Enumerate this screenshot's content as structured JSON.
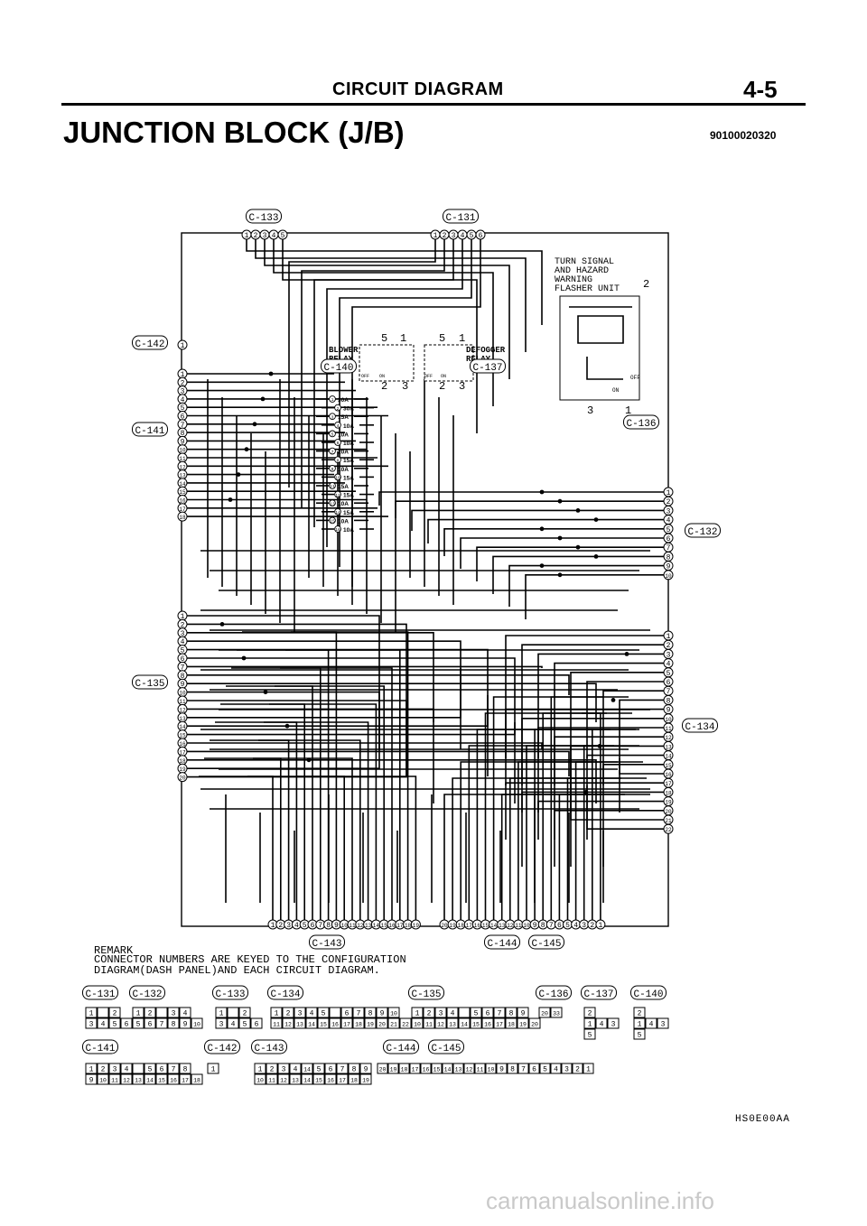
{
  "header": {
    "section": "CIRCUIT DIAGRAM",
    "page": "4-5"
  },
  "title": "JUNCTION BLOCK (J/B)",
  "doc_id": "90100020320",
  "connectors": {
    "c133": {
      "label": "C-133",
      "pins": [
        "1",
        "2",
        "3",
        "4",
        "5"
      ]
    },
    "c131": {
      "label": "C-131",
      "pins": [
        "1",
        "2",
        "3",
        "4",
        "5",
        "6"
      ]
    },
    "c142": {
      "label": "C-142",
      "pins": [
        "1"
      ]
    },
    "c141": {
      "label": "C-141",
      "pins": [
        "1",
        "2",
        "3",
        "4",
        "5",
        "6",
        "7",
        "8",
        "9",
        "10",
        "11",
        "12",
        "13",
        "14",
        "15",
        "16",
        "17",
        "18"
      ]
    },
    "c135": {
      "label": "C-135",
      "pins": [
        "1",
        "2",
        "3",
        "4",
        "5",
        "6",
        "7",
        "8",
        "9",
        "10",
        "11",
        "12",
        "13",
        "14",
        "15",
        "16",
        "17",
        "18",
        "19",
        "20"
      ]
    },
    "c132": {
      "label": "C-132",
      "pins": [
        "1",
        "2",
        "3",
        "4",
        "5",
        "6",
        "7",
        "8",
        "9",
        "10"
      ]
    },
    "c134": {
      "label": "C-134",
      "pins": [
        "1",
        "2",
        "3",
        "4",
        "5",
        "6",
        "7",
        "8",
        "9",
        "10",
        "11",
        "12",
        "13",
        "14",
        "15",
        "16",
        "17",
        "18",
        "19",
        "20",
        "21",
        "22"
      ]
    },
    "c143": {
      "label": "C-143",
      "pins": [
        "1",
        "2",
        "3",
        "4",
        "5",
        "6",
        "7",
        "8",
        "9",
        "10",
        "11",
        "12",
        "13",
        "14",
        "15",
        "16",
        "17",
        "18",
        "19"
      ]
    },
    "c144_145": {
      "labels": [
        "C-144",
        "C-145"
      ],
      "pins": [
        "20",
        "19",
        "18",
        "17",
        "16",
        "15",
        "14",
        "13",
        "12",
        "11",
        "10",
        "9",
        "8",
        "7",
        "6",
        "5",
        "4",
        "3",
        "2",
        "1"
      ]
    },
    "c136": {
      "label": "C-136",
      "pins": [
        "3",
        "1"
      ]
    },
    "c140": {
      "label": "C-140",
      "pins": [
        "5",
        "1",
        "2",
        "3"
      ]
    },
    "c137": {
      "label": "C-137",
      "pins": [
        "5",
        "1",
        "2",
        "3"
      ]
    },
    "flasher_pin": "2"
  },
  "components": {
    "blower_relay": "BLOWER RELAY",
    "defogger_relay": "DEFOGGER RELAY",
    "flasher_unit": "TURN SIGNAL AND HAZARD WARNING FLASHER UNIT",
    "relay_off": "OFF",
    "relay_on": "ON",
    "flasher_off": "OFF",
    "flasher_on": "ON"
  },
  "fuses": [
    {
      "no": "1",
      "rating": "30A"
    },
    {
      "no": "2",
      "rating": "30A"
    },
    {
      "no": "3",
      "rating": "15A"
    },
    {
      "no": "4",
      "rating": "10A"
    },
    {
      "no": "5",
      "rating": "10A"
    },
    {
      "no": "6",
      "rating": "10A"
    },
    {
      "no": "7",
      "rating": "20A"
    },
    {
      "no": "8",
      "rating": "15A"
    },
    {
      "no": "9",
      "rating": "10A"
    },
    {
      "no": "10",
      "rating": "15A"
    },
    {
      "no": "11",
      "rating": "15A"
    },
    {
      "no": "12",
      "rating": "15A"
    },
    {
      "no": "13",
      "rating": "10A"
    },
    {
      "no": "14",
      "rating": "15A"
    },
    {
      "no": "15",
      "rating": "10A"
    },
    {
      "no": "16",
      "rating": "10A"
    }
  ],
  "remark": {
    "heading": "REMARK",
    "line1": "CONNECTOR NUMBERS ARE KEYED TO THE CONFIGURATION",
    "line2": "DIAGRAM(DASH PANEL)AND EACH CIRCUIT DIAGRAM."
  },
  "connector_faces": [
    {
      "label": "C-131",
      "rows": [
        [
          "1",
          "",
          "2"
        ],
        [
          "3",
          "4",
          "5",
          "6"
        ]
      ]
    },
    {
      "label": "C-132",
      "rows": [
        [
          "1",
          "2",
          "",
          "3",
          "4"
        ],
        [
          "5",
          "6",
          "7",
          "8",
          "9",
          "10"
        ]
      ]
    },
    {
      "label": "C-133",
      "rows": [
        [
          "1",
          "",
          "2"
        ],
        [
          "3",
          "4",
          "5",
          "6"
        ]
      ]
    },
    {
      "label": "C-134",
      "rows": [
        [
          "1",
          "2",
          "3",
          "4",
          "5",
          "",
          "6",
          "7",
          "8",
          "9",
          "10"
        ],
        [
          "11",
          "12",
          "13",
          "14",
          "15",
          "16",
          "17",
          "18",
          "19",
          "20",
          "21",
          "22"
        ]
      ]
    },
    {
      "label": "C-135",
      "rows": [
        [
          "1",
          "2",
          "3",
          "4",
          "",
          "5",
          "6",
          "7",
          "8",
          "9"
        ],
        [
          "10",
          "11",
          "12",
          "13",
          "14",
          "15",
          "16",
          "17",
          "18",
          "19",
          "20"
        ]
      ]
    },
    {
      "label": "C-136",
      "rows": [
        [
          "20",
          "33"
        ]
      ]
    },
    {
      "label": "C-137",
      "rows": [
        [
          "2"
        ],
        [
          "1",
          "4",
          "3"
        ],
        [
          "5"
        ]
      ]
    },
    {
      "label": "C-140",
      "rows": [
        [
          "2"
        ],
        [
          "1",
          "4",
          "3"
        ],
        [
          "5"
        ]
      ]
    },
    {
      "label": "C-141",
      "rows": [
        [
          "1",
          "2",
          "3",
          "4",
          "",
          "5",
          "6",
          "7",
          "8"
        ],
        [
          "9",
          "10",
          "11",
          "12",
          "13",
          "14",
          "15",
          "16",
          "17",
          "18"
        ]
      ]
    },
    {
      "label": "C-142",
      "rows": [
        [
          "1"
        ]
      ]
    },
    {
      "label": "C-143",
      "rows": [
        [
          "1",
          "2",
          "3",
          "4",
          "14",
          "5",
          "6",
          "7",
          "8",
          "9"
        ],
        [
          "10",
          "11",
          "12",
          "13",
          "14",
          "15",
          "16",
          "17",
          "18",
          "19"
        ]
      ]
    },
    {
      "labels": [
        "C-144",
        "C-145"
      ],
      "rows": [
        [
          "20",
          "19",
          "18",
          "17",
          "16",
          "15",
          "14",
          "13",
          "12",
          "11",
          "10",
          "9",
          "8",
          "7",
          "6",
          "5",
          "4",
          "3",
          "2",
          "1"
        ]
      ]
    }
  ],
  "figure_code": "HS0E00AA",
  "watermark": "carmanualsonline.info"
}
